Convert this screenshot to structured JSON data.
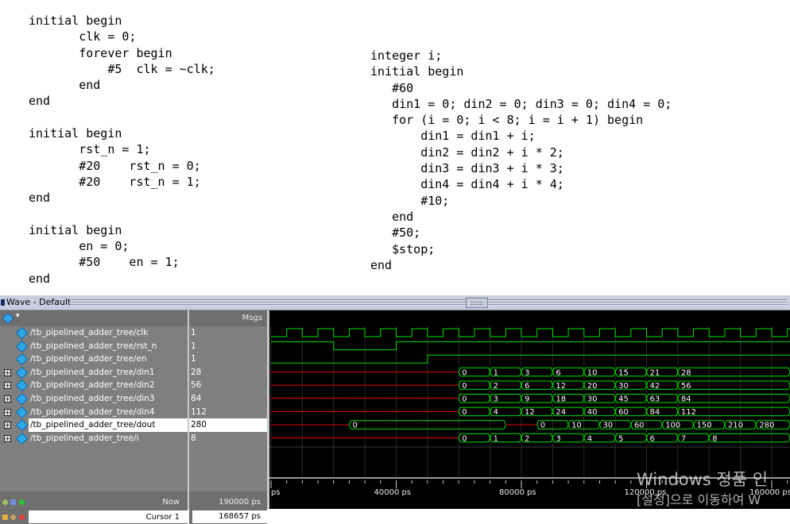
{
  "code_left": [
    "initial begin",
    "       clk = 0;",
    "       forever begin",
    "           #5  clk = ~clk;",
    "       end",
    "end",
    "",
    "initial begin",
    "       rst_n = 1;",
    "       #20    rst_n = 0;",
    "       #20    rst_n = 1;",
    "end",
    "",
    "initial begin",
    "       en = 0;",
    "       #50    en = 1;",
    "end"
  ],
  "code_right": [
    "integer i;",
    "initial begin",
    "   #60",
    "   din1 = 0; din2 = 0; din3 = 0; din4 = 0;",
    "   for (i = 0; i < 8; i = i + 1) begin",
    "       din1 = din1 + i;",
    "       din2 = din2 + i * 2;",
    "       din3 = din3 + i * 3;",
    "       din4 = din4 + i * 4;",
    "       #10;",
    "   end",
    "   #50;",
    "   $stop;",
    "end"
  ],
  "wave": {
    "title": "Wave - Default",
    "msgs_header": "Msgs",
    "grip_label": "::::::",
    "now_label": "Now",
    "now_value": "190000 ps",
    "cursor_label": "Cursor 1",
    "cursor_value": "168657 ps",
    "signals": [
      {
        "name": "/tb_pipelined_adder_tree/clk",
        "value": "1",
        "expandable": false
      },
      {
        "name": "/tb_pipelined_adder_tree/rst_n",
        "value": "1",
        "expandable": false
      },
      {
        "name": "/tb_pipelined_adder_tree/en",
        "value": "1",
        "expandable": false
      },
      {
        "name": "/tb_pipelined_adder_tree/din1",
        "value": "28",
        "expandable": true
      },
      {
        "name": "/tb_pipelined_adder_tree/din2",
        "value": "56",
        "expandable": true
      },
      {
        "name": "/tb_pipelined_adder_tree/din3",
        "value": "84",
        "expandable": true
      },
      {
        "name": "/tb_pipelined_adder_tree/din4",
        "value": "112",
        "expandable": true
      },
      {
        "name": "/tb_pipelined_adder_tree/dout",
        "value": "280",
        "expandable": true,
        "selected": true
      },
      {
        "name": "/tb_pipelined_adder_tree/i",
        "value": "8",
        "expandable": true
      }
    ],
    "bus_segments": {
      "din1": [
        "0",
        "1",
        "3",
        "6",
        "10",
        "15",
        "21",
        "28"
      ],
      "din2": [
        "0",
        "2",
        "6",
        "12",
        "20",
        "30",
        "42",
        "56"
      ],
      "din3": [
        "0",
        "3",
        "9",
        "18",
        "30",
        "45",
        "63",
        "84"
      ],
      "din4": [
        "0",
        "4",
        "12",
        "24",
        "40",
        "60",
        "84",
        "112"
      ],
      "dout_first": "0",
      "dout": [
        "0",
        "10",
        "30",
        "60",
        "100",
        "150",
        "210",
        "280"
      ],
      "i": [
        "0",
        "1",
        "2",
        "3",
        "4",
        "5",
        "6",
        "7",
        "8"
      ]
    },
    "timeline_labels": [
      "ps",
      "40000 ps",
      "80000 ps",
      "120000 ps",
      "160000 ps"
    ],
    "watermark_line1": "Windows 정품 인",
    "watermark_line2": "[설정]으로 이동하여 W",
    "colors": {
      "waveform": "#00e000",
      "bus_red": "#e00000",
      "cursor": "#ffff00",
      "background": "#000000"
    }
  }
}
